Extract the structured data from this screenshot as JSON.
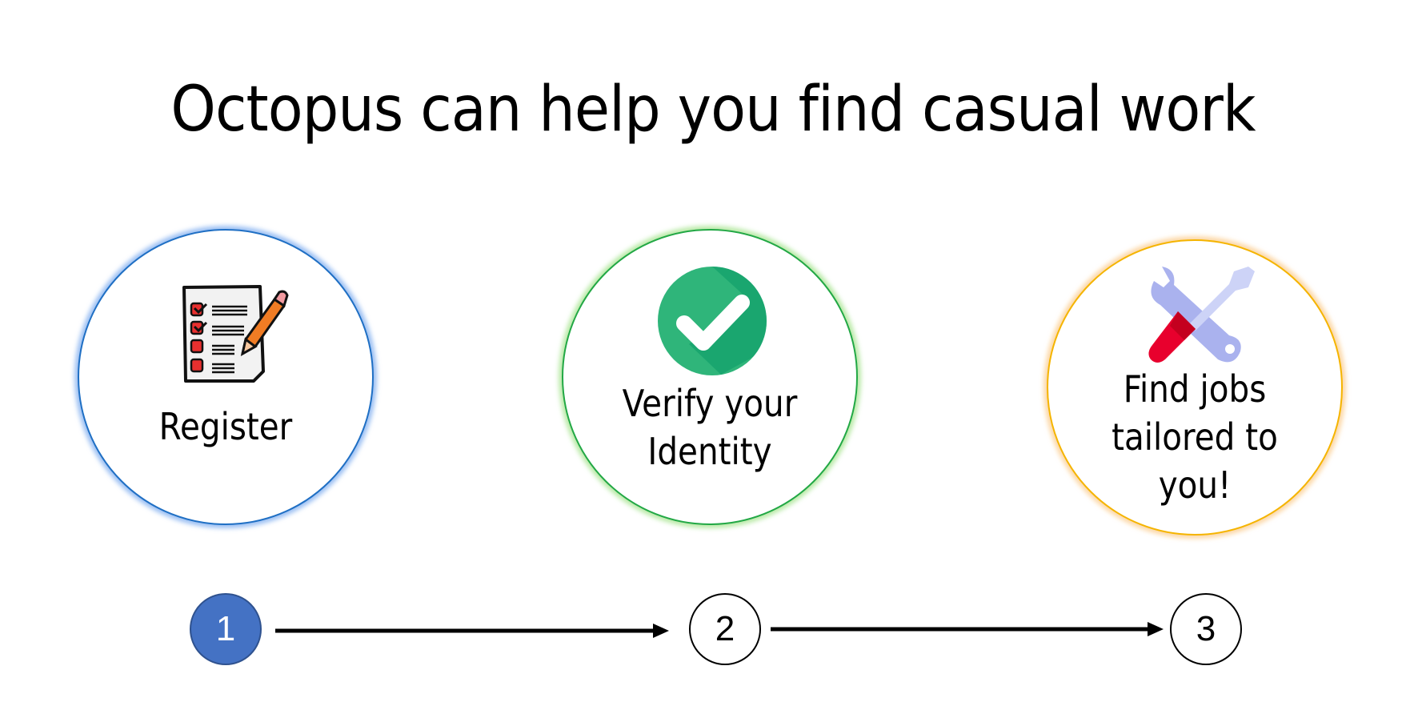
{
  "title": "Octopus can help you find casual work",
  "steps": [
    {
      "number": "1",
      "label_lines": [
        "Register"
      ],
      "icon": "checklist-pencil-icon",
      "color": "#1f6fc4",
      "active": true
    },
    {
      "number": "2",
      "label_lines": [
        "Verify your",
        "Identity"
      ],
      "icon": "check-circle-icon",
      "color": "#22a845",
      "active": false
    },
    {
      "number": "3",
      "label_lines": [
        "Find jobs",
        "tailored to",
        "you!"
      ],
      "icon": "wrench-screwdriver-icon",
      "color": "#f5b400",
      "active": false
    }
  ],
  "active_step_color": "#4472c4"
}
